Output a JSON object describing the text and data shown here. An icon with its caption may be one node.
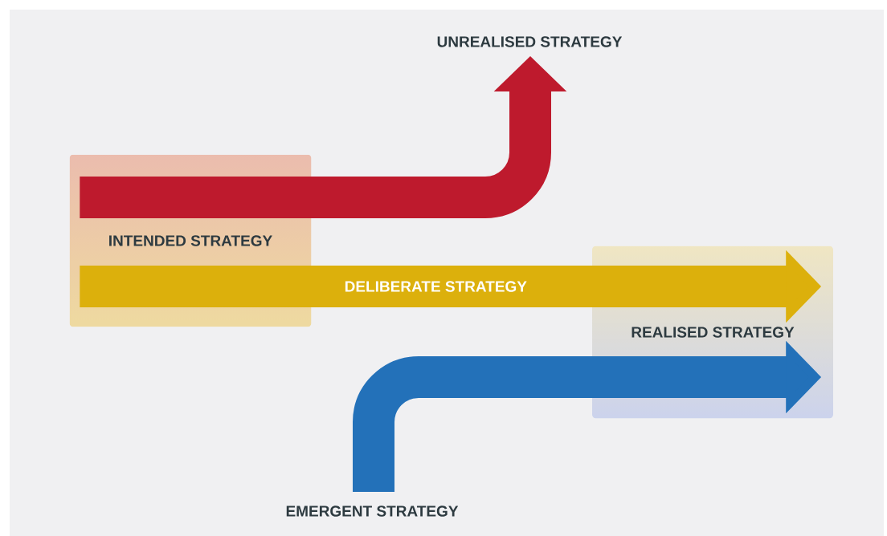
{
  "diagram": {
    "nodes": [
      {
        "text": [
          "INTENDED STRATEGY"
        ]
      },
      {
        "text": [
          "UNREALISED STRATEGY"
        ]
      },
      {
        "text": [
          "REALISED STRATEGY"
        ]
      },
      {
        "text": [
          "EMERGENT STRATEGY"
        ]
      }
    ],
    "edges": [
      {
        "from": 0,
        "to": 1,
        "arrow": "to",
        "color": "#be1a2d"
      },
      {
        "from": 0,
        "to": 2,
        "arrow": "to",
        "label": "DELIBERATE STRATEGY",
        "color": "#dcb00c"
      },
      {
        "from": 3,
        "to": 2,
        "arrow": "to",
        "color": "#2371b9"
      }
    ]
  }
}
